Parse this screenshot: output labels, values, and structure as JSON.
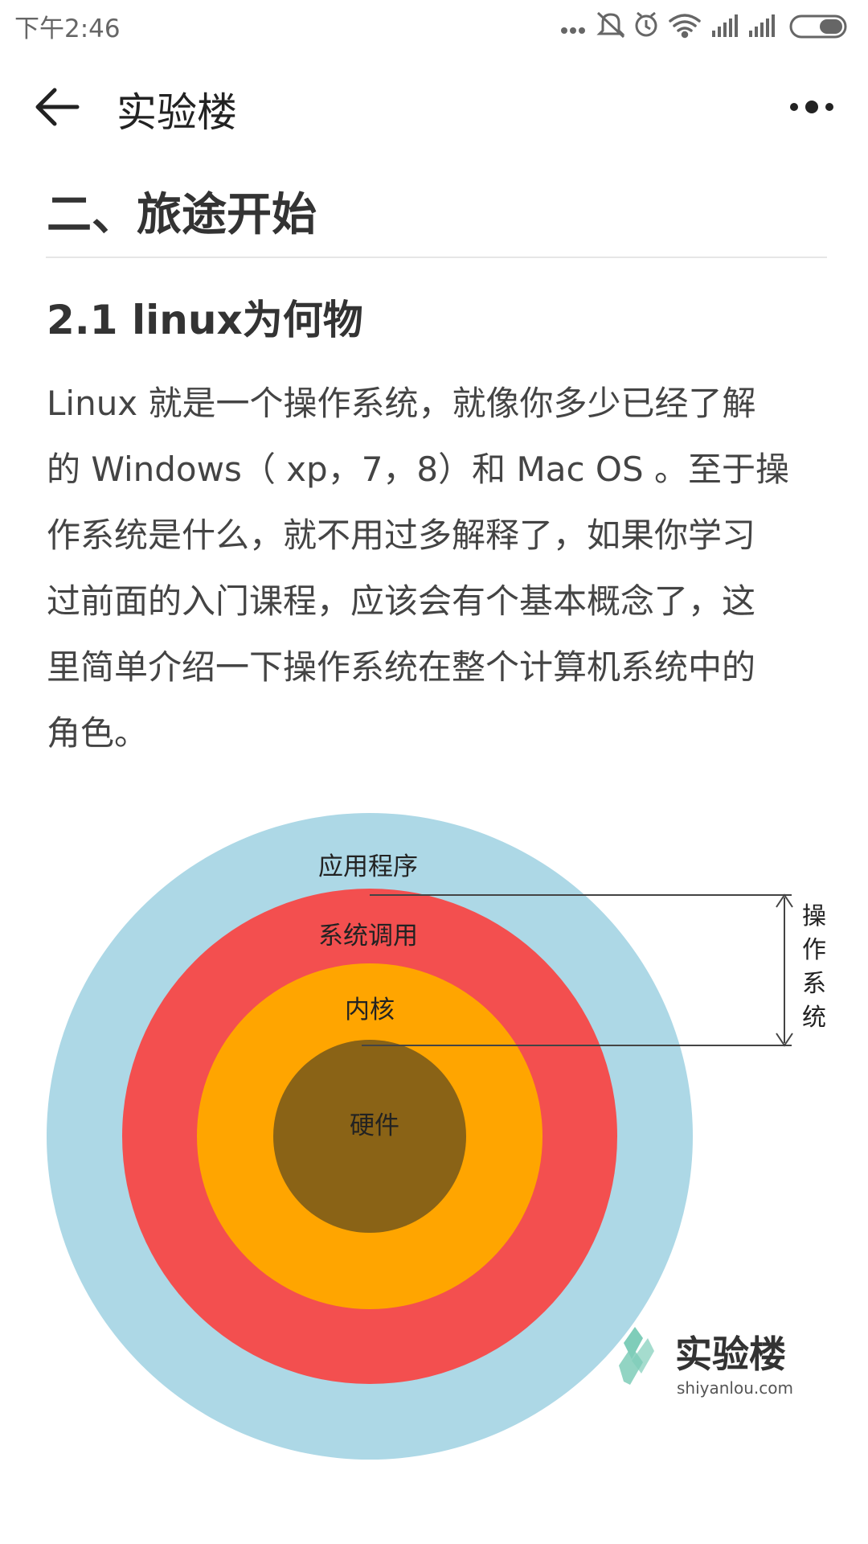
{
  "status_bar": {
    "time": "下午2:46",
    "icons": [
      "more-dots-icon",
      "mute-icon",
      "alarm-icon",
      "wifi-icon",
      "signal-icon",
      "signal-icon",
      "battery-icon"
    ]
  },
  "header": {
    "back_icon": "arrow-left-icon",
    "title": "实验楼",
    "more_icon": "more-dots-icon"
  },
  "article": {
    "heading": "二、旅途开始",
    "subheading": "2.1 linux为何物",
    "paragraph_lines": [
      "Linux 就是一个操作系统，就像你多少已经了解",
      "的 Windows（ xp，7，8）和 Mac OS 。至于操",
      "作系统是什么，就不用过多解释了，如果你学习",
      "过前面的入门课程，应该会有个基本概念了，这",
      "里简单介绍一下操作系统在整个计算机系统中的",
      "角色。"
    ]
  },
  "diagram": {
    "layers": [
      {
        "label": "应用程序",
        "color": "#add8e6"
      },
      {
        "label": "系统调用",
        "color": "#f34f4f"
      },
      {
        "label": "内核",
        "color": "#ffa500"
      },
      {
        "label": "硬件",
        "color": "#8a6316"
      }
    ],
    "bracket_label": [
      "操",
      "作",
      "系",
      "统"
    ],
    "watermark": {
      "brand": "实验楼",
      "url": "shiyanlou.com",
      "logo_color": "#7fcdb9"
    }
  }
}
